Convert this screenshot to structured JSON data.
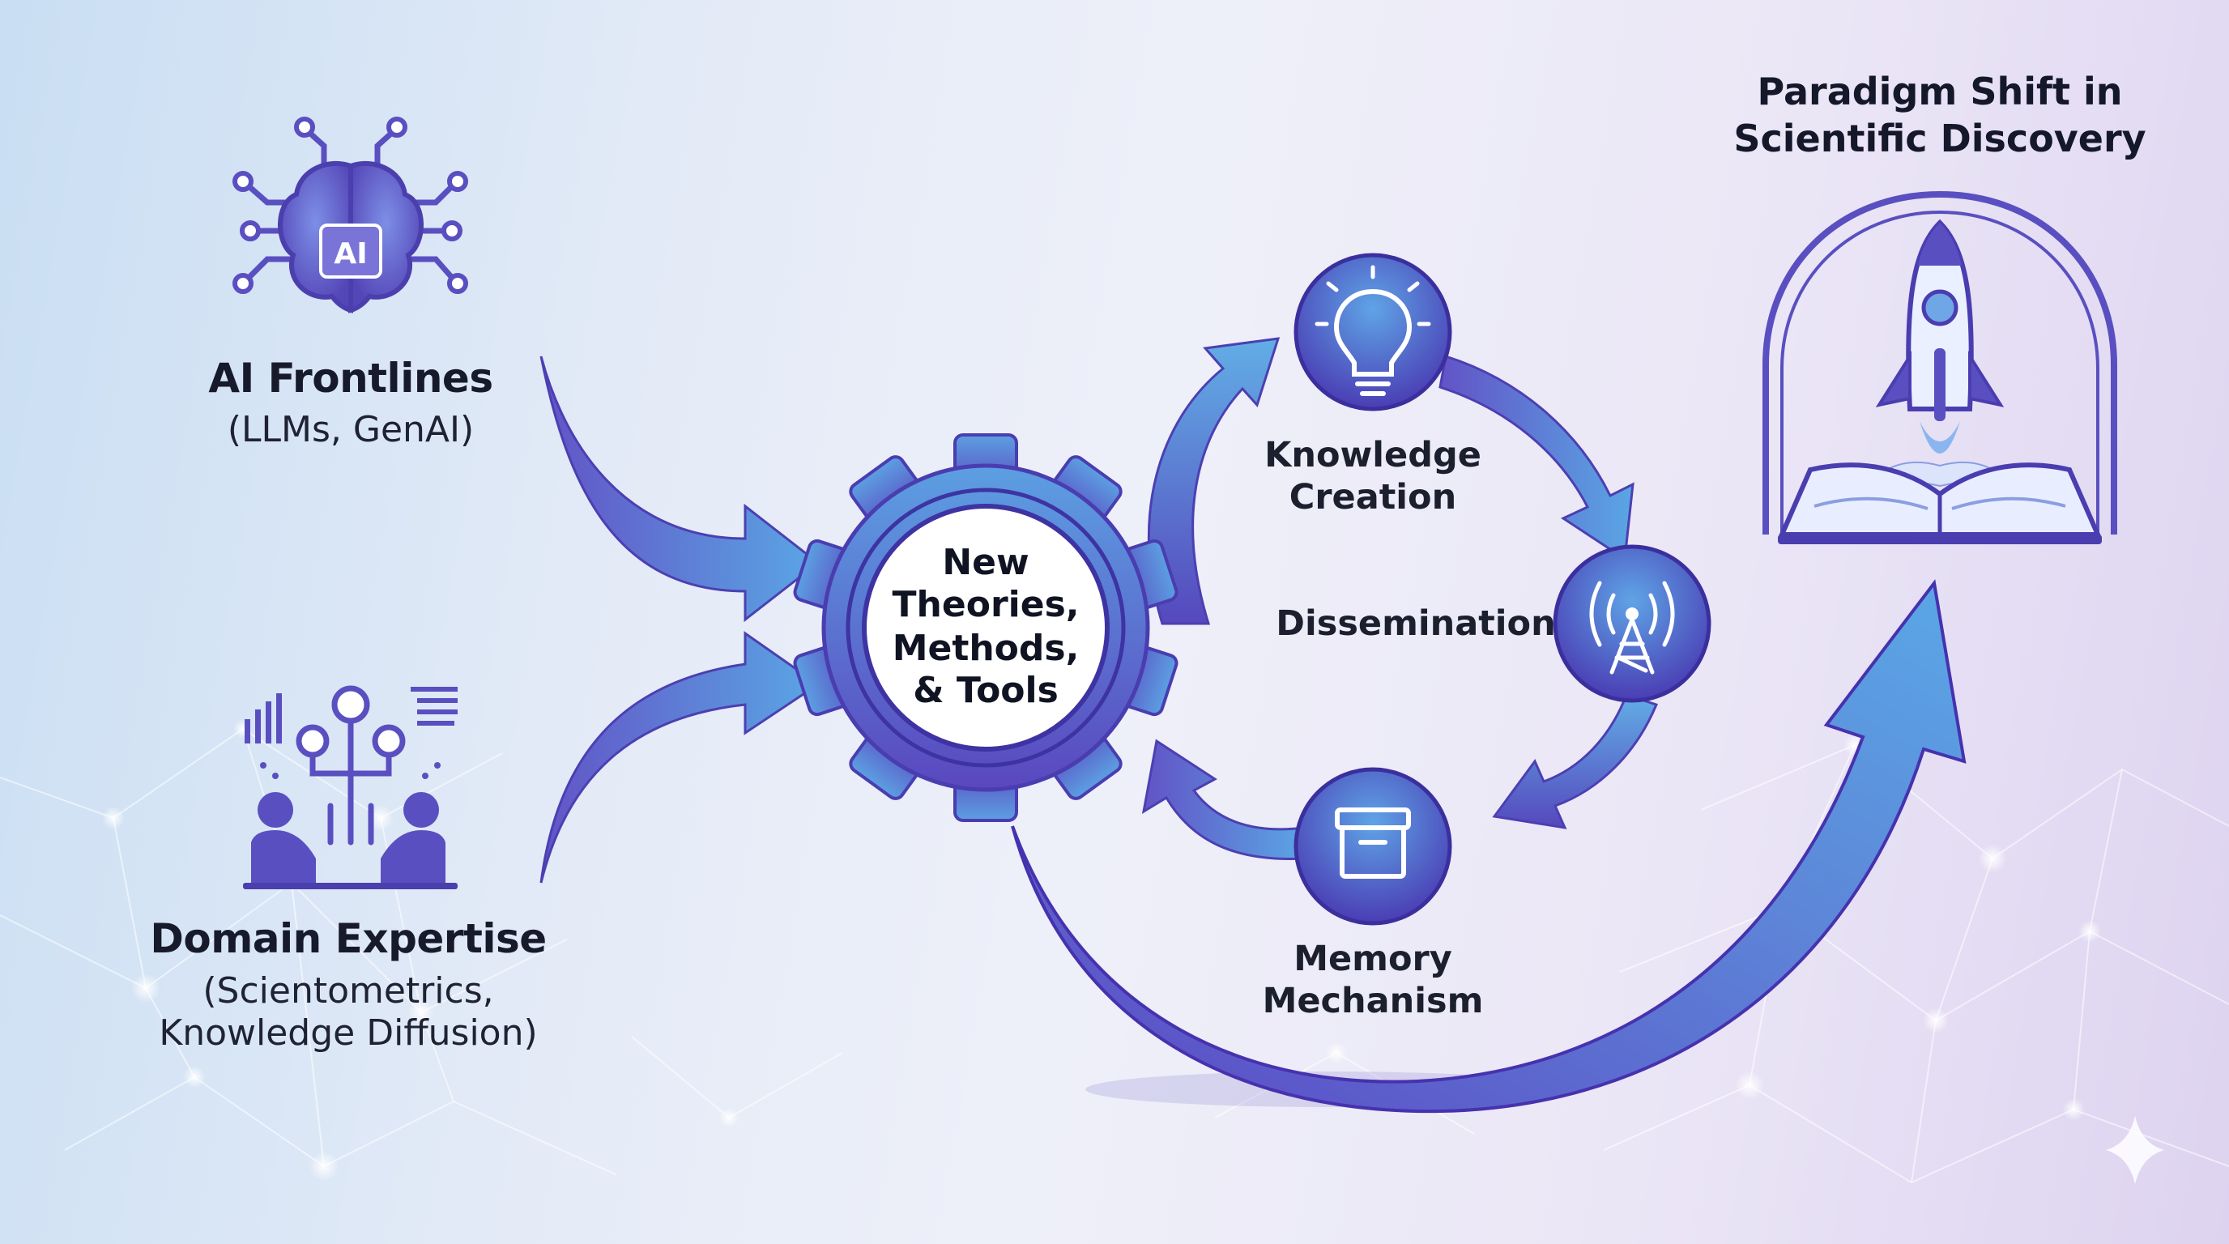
{
  "ai_frontlines": {
    "title": "AI Frontlines",
    "subtitle": "(LLMs, GenAI)",
    "badge": "AI",
    "icon": "brain-circuit-icon"
  },
  "domain_expertise": {
    "title": "Domain Expertise",
    "subtitle_line1": "(Scientometrics,",
    "subtitle_line2": "Knowledge Diffusion)",
    "icon": "collaborators-network-icon"
  },
  "hub": {
    "line1": "New",
    "line2": "Theories,",
    "line3": "Methods,",
    "line4": "& Tools",
    "icon": "gear-icon"
  },
  "cycle": {
    "knowledge_creation": {
      "line1": "Knowledge",
      "line2": "Creation",
      "icon": "lightbulb-icon"
    },
    "dissemination": {
      "label": "Dissemination",
      "icon": "broadcast-tower-icon"
    },
    "memory": {
      "line1": "Memory",
      "line2": "Mechanism",
      "icon": "archive-box-icon"
    }
  },
  "outcome": {
    "line1": "Paradigm Shift in",
    "line2": "Scientific Discovery",
    "icon": "rocket-book-icon"
  },
  "colors": {
    "blue": "#5aa8e6",
    "violet": "#6a58c8",
    "deep_violet": "#4d3fb0",
    "text": "#161a2b"
  }
}
